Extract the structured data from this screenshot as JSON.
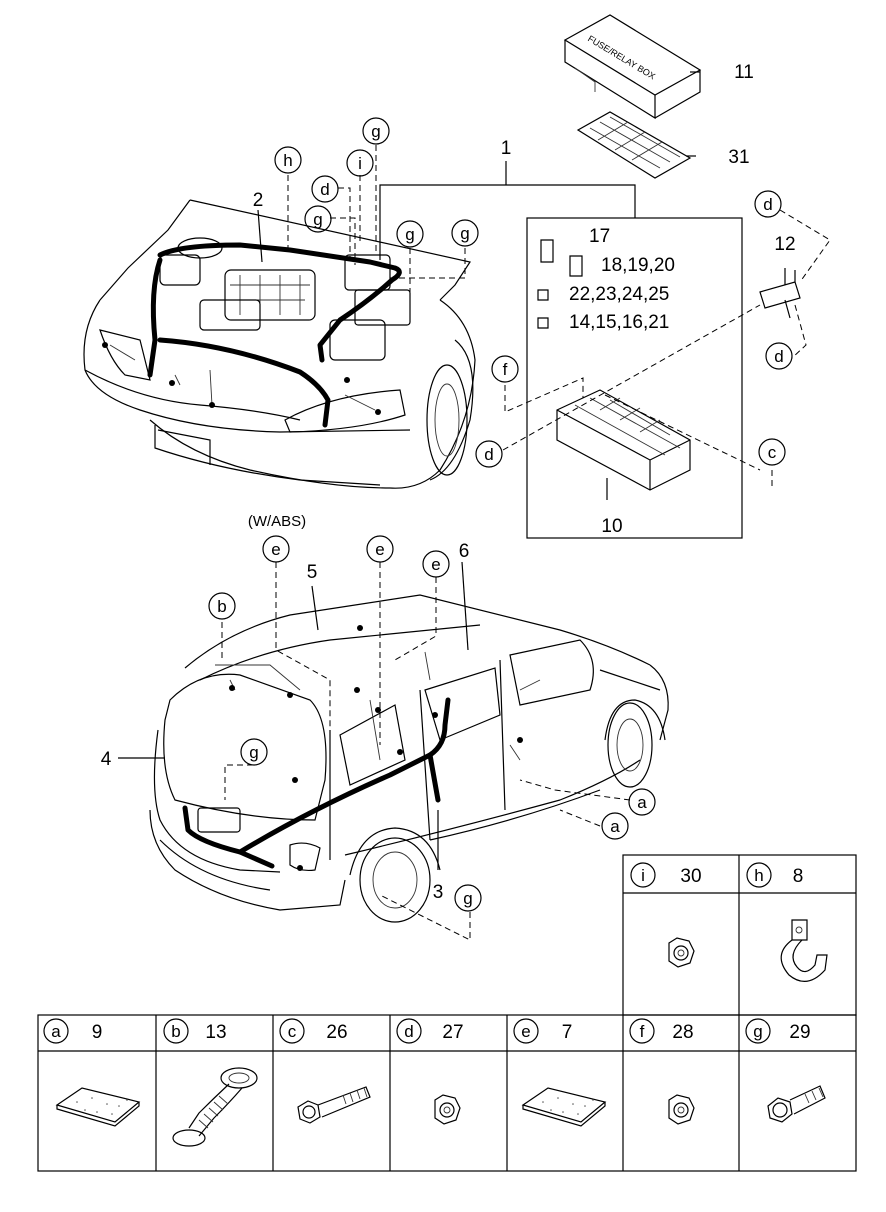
{
  "fuse_box_lid_text": "FUSE/RELAY BOX",
  "variant_label": "(W/ABS)",
  "part_numbers": {
    "p1": "1",
    "p2": "2",
    "p3": "3",
    "p4": "4",
    "p5": "5",
    "p6": "6",
    "p10": "10",
    "p11": "11",
    "p12": "12",
    "p17": "17",
    "p18": "18,19,20",
    "p22": "22,23,24,25",
    "p14": "14,15,16,21",
    "p31": "31"
  },
  "callout_letters": {
    "a": "a",
    "b": "b",
    "c": "c",
    "d": "d",
    "e": "e",
    "f": "f",
    "g": "g",
    "h": "h",
    "i": "i"
  },
  "parts_table": {
    "top_row": [
      {
        "letter": "i",
        "number": "30",
        "icon": "nut-icon"
      },
      {
        "letter": "h",
        "number": "8",
        "icon": "clip-icon"
      }
    ],
    "bottom_row": [
      {
        "letter": "a",
        "number": "9",
        "icon": "pad-icon"
      },
      {
        "letter": "b",
        "number": "13",
        "icon": "grommet-icon"
      },
      {
        "letter": "c",
        "number": "26",
        "icon": "long-bolt-icon"
      },
      {
        "letter": "d",
        "number": "27",
        "icon": "nut-icon"
      },
      {
        "letter": "e",
        "number": "7",
        "icon": "pad-icon"
      },
      {
        "letter": "f",
        "number": "28",
        "icon": "nut-icon"
      },
      {
        "letter": "g",
        "number": "29",
        "icon": "bolt-icon"
      }
    ]
  }
}
